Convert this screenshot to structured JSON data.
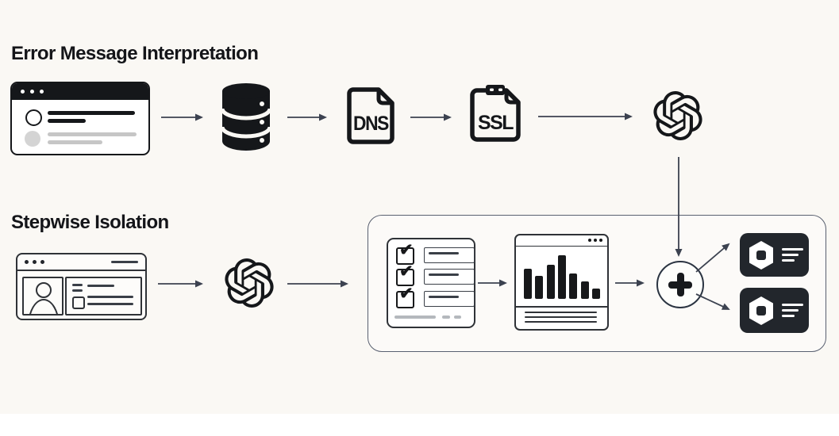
{
  "flow1": {
    "title": "Error Message Interpretation",
    "steps": [
      "error-browser-window",
      "database",
      "dns-file",
      "ssl-certificate",
      "openai-model"
    ]
  },
  "flow2": {
    "title": "Stepwise Isolation",
    "steps": [
      "user-session-window",
      "openai-model",
      "diagnostic-checklist",
      "metrics-report-window",
      "merge-node",
      "result-cards"
    ]
  },
  "icons": {
    "dns_label": "DNS",
    "ssl_label": "SSL",
    "check_glyph": "✔",
    "names": [
      "browser-window-icon",
      "database-icon",
      "dns-file-icon",
      "ssl-clipboard-icon",
      "openai-logo-icon",
      "user-profile-icon",
      "checklist-icon",
      "bar-chart-icon",
      "plus-merge-icon",
      "hexagon-node-icon"
    ]
  },
  "mini_chart": {
    "type": "bar",
    "bars": [
      38,
      29,
      43,
      55,
      32,
      22,
      13
    ]
  },
  "colors": {
    "background": "#faf8f4",
    "ink": "#15171a",
    "arrow": "#3c4250",
    "dark_card": "#22262c",
    "container_border": "#596070"
  }
}
